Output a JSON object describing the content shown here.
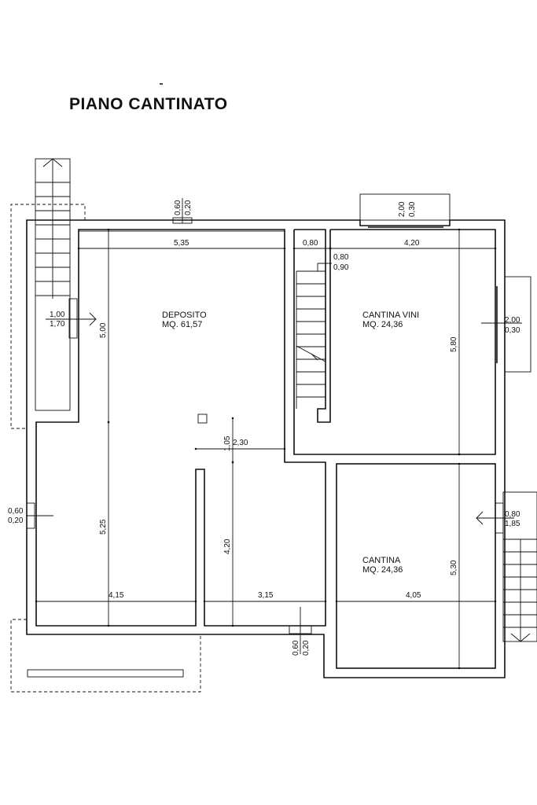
{
  "title": "PIANO CANTINATO",
  "rooms": {
    "deposito": {
      "name": "DEPOSITO",
      "area": "MQ. 61,57"
    },
    "cantina_vini": {
      "name": "CANTINA VINI",
      "area": "MQ. 24,36"
    },
    "cantina": {
      "name": "CANTINA",
      "area": "MQ. 24,36"
    }
  },
  "dimensions": {
    "deposito_width": "5,35",
    "stair_width": "0,80",
    "vini_width": "4,20",
    "deposito_depth": "5,00",
    "vini_depth": "5,80",
    "step_width": "2,30",
    "step_depth": "1,05",
    "lower_depth": "5,25",
    "corridor_depth": "4,20",
    "cantina_depth": "5,30",
    "bottom_left": "4,15",
    "bottom_mid": "3,15",
    "bottom_right": "4,05"
  },
  "openings": {
    "top_window": [
      "0,60",
      "0,20"
    ],
    "vini_top_window": [
      "2,00",
      "0,30"
    ],
    "stair_door": [
      "0,80",
      "0,90"
    ],
    "left_door": [
      "1,00",
      "1,70"
    ],
    "right_window": [
      "2,00",
      "0,30"
    ],
    "left_window": [
      "0,60",
      "0,20"
    ],
    "right_door": [
      "0,80",
      "1,85"
    ],
    "bottom_window": [
      "0,60",
      "0,20"
    ]
  }
}
